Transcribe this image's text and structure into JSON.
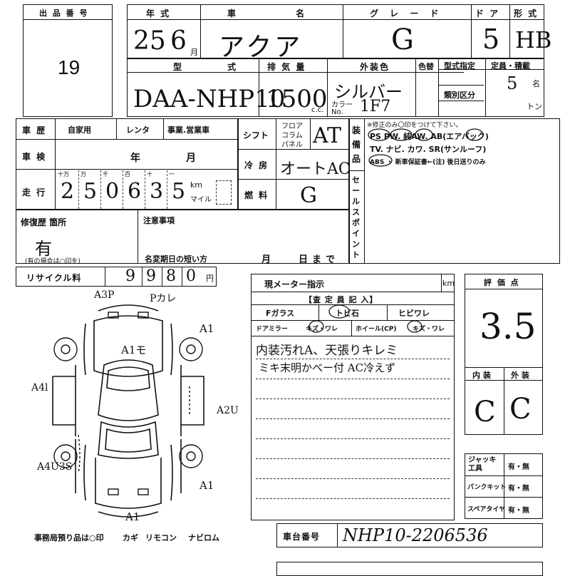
{
  "lot": {
    "header": "出 品 番 号",
    "value": "19"
  },
  "header_labels": {
    "year": "年 式",
    "car_name": "車 名",
    "grade": "グ レ ー ド",
    "doors": "ド ア",
    "body_type": "形 式"
  },
  "vehicle": {
    "year_value": "25",
    "year_sep": "6",
    "year_unit": "月",
    "name": "アクア",
    "grade": "G",
    "doors": "5",
    "body_type": "HB"
  },
  "spec_labels": {
    "model_code": "型 式",
    "displacement": "排 気 量",
    "exterior_color": "外装色",
    "color_no": "色替",
    "type_designation": "型式指定",
    "capacity": "定員・積載",
    "category": "類別区分",
    "cc": "c.c.",
    "color_code": "カラー No.",
    "persons": "名",
    "tons": "トン"
  },
  "spec": {
    "model_code": "DAA-NHP10",
    "displacement": "1500",
    "exterior_color": "シルバー",
    "color_code": "1F7",
    "capacity": "5"
  },
  "history": {
    "label": "車 歴",
    "options": [
      "自家用",
      "レンタ",
      "事業.営業車"
    ],
    "shaken_label": "車 検",
    "shaken_year": "年",
    "shaken_month": "月",
    "mileage_label": "走 行",
    "digit_labels": [
      "十万",
      "万",
      "千",
      "百",
      "十",
      "一"
    ],
    "digits": [
      "2",
      "5",
      "0",
      "6",
      "3",
      "5"
    ],
    "km": "km",
    "mile": "マイル"
  },
  "drive": {
    "shift_label": "シフト",
    "shift_options": [
      "フロア",
      "コラム",
      "パネル"
    ],
    "shift_value": "AT",
    "ac_label": "冷 房",
    "ac_value": "オートAC",
    "fuel_label": "燃 料",
    "fuel_value": "G"
  },
  "equipment": {
    "label": "装備品",
    "note": "※修正のみ〇印をつけて下さい。",
    "row1": "PS  PW. 純AW. AB(エアバック)",
    "row2": "TV. ナビ. カワ. SR(サンルーフ)",
    "row3": "ABS ・ 新車保証書←(注) 後日送りのみ",
    "sales_point": "セールスポイント"
  },
  "repair": {
    "label": "修復歴 箇所",
    "value": "有",
    "note": "(有の場合は○印を)"
  },
  "notes": {
    "label": "注意事項",
    "deadline_label": "名変期日の短い方",
    "month": "月",
    "day": "日まで"
  },
  "recycle": {
    "label": "リサイクル料",
    "digits": [
      "9",
      "9",
      "8",
      "0"
    ],
    "unit": "円"
  },
  "meter": {
    "label": "現メーター指示",
    "unit": "km"
  },
  "inspector": {
    "header": "【査 定 員 記 入】",
    "glass": "Fガラス",
    "chip": "トビ石",
    "crack": "ヒビワレ",
    "mirror": "ドアミラー",
    "mirror_opt": "キズ・ワレ",
    "wheel": "ホイール(CP)",
    "wheel_opt": "キズ・ワレ",
    "note1": "内装汚れA、天張りキレミ",
    "note2": "ミキ末明かべー付 AC冷えず"
  },
  "score": {
    "label": "評 価 点",
    "value": "3.5",
    "interior_label": "内 装",
    "exterior_label": "外 装",
    "interior": "C",
    "exterior": "C"
  },
  "tools": {
    "jack": "ジャッキ 工具",
    "puncture": "パンクキット",
    "spare": "スペアタイヤ",
    "option": "有・無"
  },
  "diagram": {
    "marks": [
      "A3P",
      "Pカレ",
      "A1",
      "A1モ",
      "A4l",
      "A2U",
      "A4U3S",
      "A1",
      "A1"
    ]
  },
  "footer": {
    "office": "事務局預り品は○印",
    "items": [
      "カギ",
      "リモコン",
      "ナビロム"
    ],
    "chassis_label": "車台番号",
    "chassis_value": "NHP10-2206536"
  }
}
